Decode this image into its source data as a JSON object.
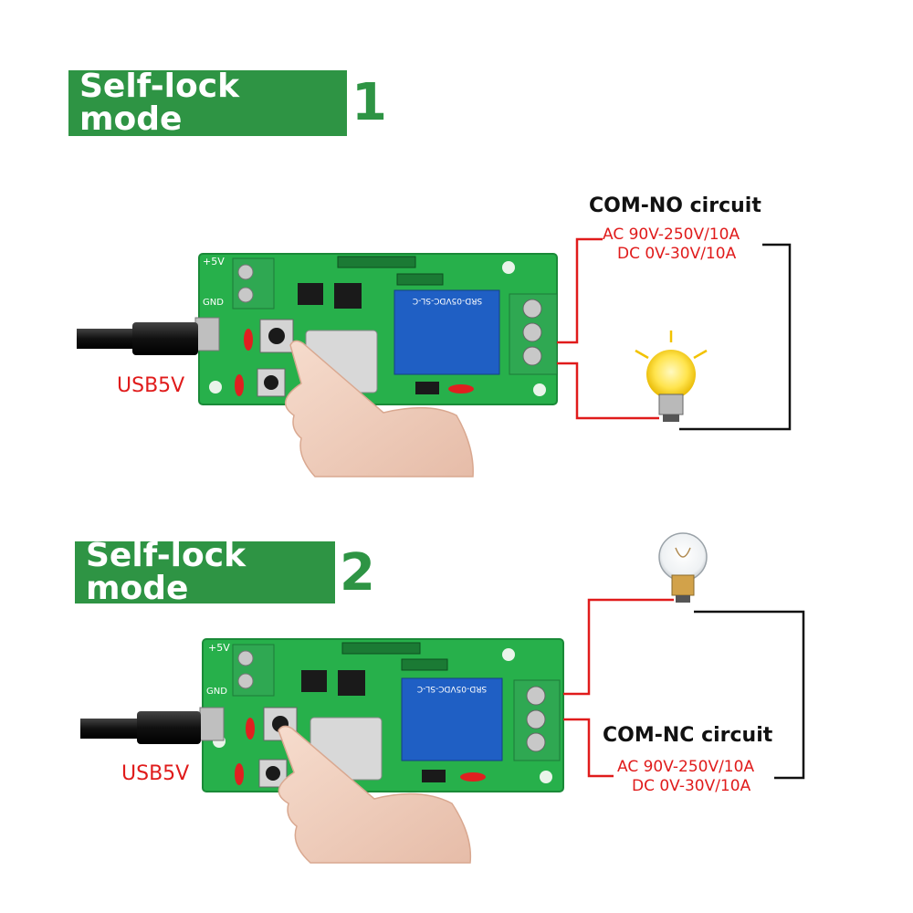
{
  "panel1": {
    "mode_label": "Self-lock mode",
    "mode_number": "1",
    "circuit_title": "COM-NO circuit",
    "spec_ac": "AC 90V-250V/10A",
    "spec_dc": "DC 0V-30V/10A",
    "usb_label": "USB5V",
    "pcb_plus": "+5V",
    "pcb_gnd": "GND",
    "relay_text": "SRD-05VDC-SL-C",
    "bulb_state": "on"
  },
  "panel2": {
    "mode_label": "Self-lock mode",
    "mode_number": "2",
    "circuit_title": "COM-NC circuit",
    "spec_ac": "AC 90V-250V/10A",
    "spec_dc": "DC 0V-30V/10A",
    "usb_label": "USB5V",
    "pcb_plus": "+5V",
    "pcb_gnd": "GND",
    "relay_text": "SRD-05VDC-SL-C",
    "bulb_state": "off"
  },
  "colors": {
    "banner_green": "#2e9444",
    "pcb_green": "#27b04b",
    "relay_blue": "#1f5fc4",
    "wire_red": "#e01b1b",
    "wire_black": "#111111"
  }
}
